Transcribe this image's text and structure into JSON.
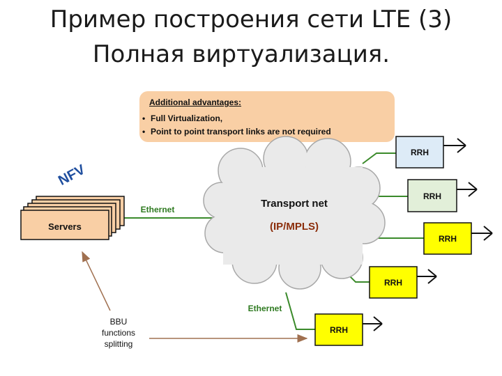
{
  "title": {
    "line1": "Пример построения сети LTE (3)",
    "line2": "Полная виртуализация."
  },
  "callout": {
    "heading": "Additional advantages:",
    "bullets": [
      "Full Virtualization,",
      "Point to point transport links are not required"
    ]
  },
  "nfv_label": "NFV",
  "servers_label": "Servers",
  "cloud": {
    "label": "Transport net",
    "sublabel": "(IP/MPLS)"
  },
  "ethernet_labels": [
    "Ethernet",
    "Ethernet"
  ],
  "rrh_label": "RRH",
  "bbu_label": [
    "BBU",
    "functions",
    "splitting"
  ],
  "colors": {
    "rrh_blue": "#ddebf7",
    "rrh_green": "#e2efd9",
    "rrh_yellow": "#ffff00",
    "link_green": "#3a8a2a",
    "server_fill": "#f9cfa5",
    "nfv_blue": "#1f4e9e",
    "cloud_fill": "#eaeaea"
  }
}
